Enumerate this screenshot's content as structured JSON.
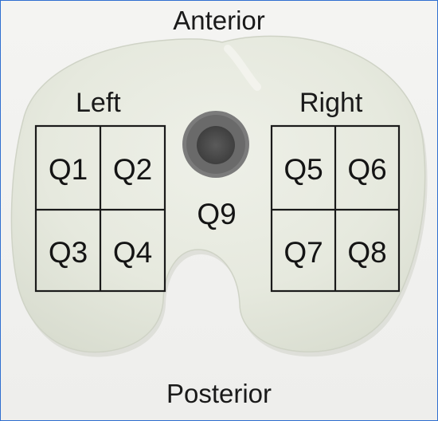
{
  "labels": {
    "anterior": "Anterior",
    "posterior": "Posterior",
    "left": "Left",
    "right": "Right",
    "center": "Q9"
  },
  "grids": {
    "left": [
      "Q1",
      "Q2",
      "Q3",
      "Q4"
    ],
    "right": [
      "Q5",
      "Q6",
      "Q7",
      "Q8"
    ]
  },
  "colors": {
    "frame_border": "#2f6fd0",
    "background": "#f2f2f0",
    "insert_body": "#e4e8dc",
    "grid_lines": "#1a1a1a",
    "text": "#1a1a1a"
  }
}
